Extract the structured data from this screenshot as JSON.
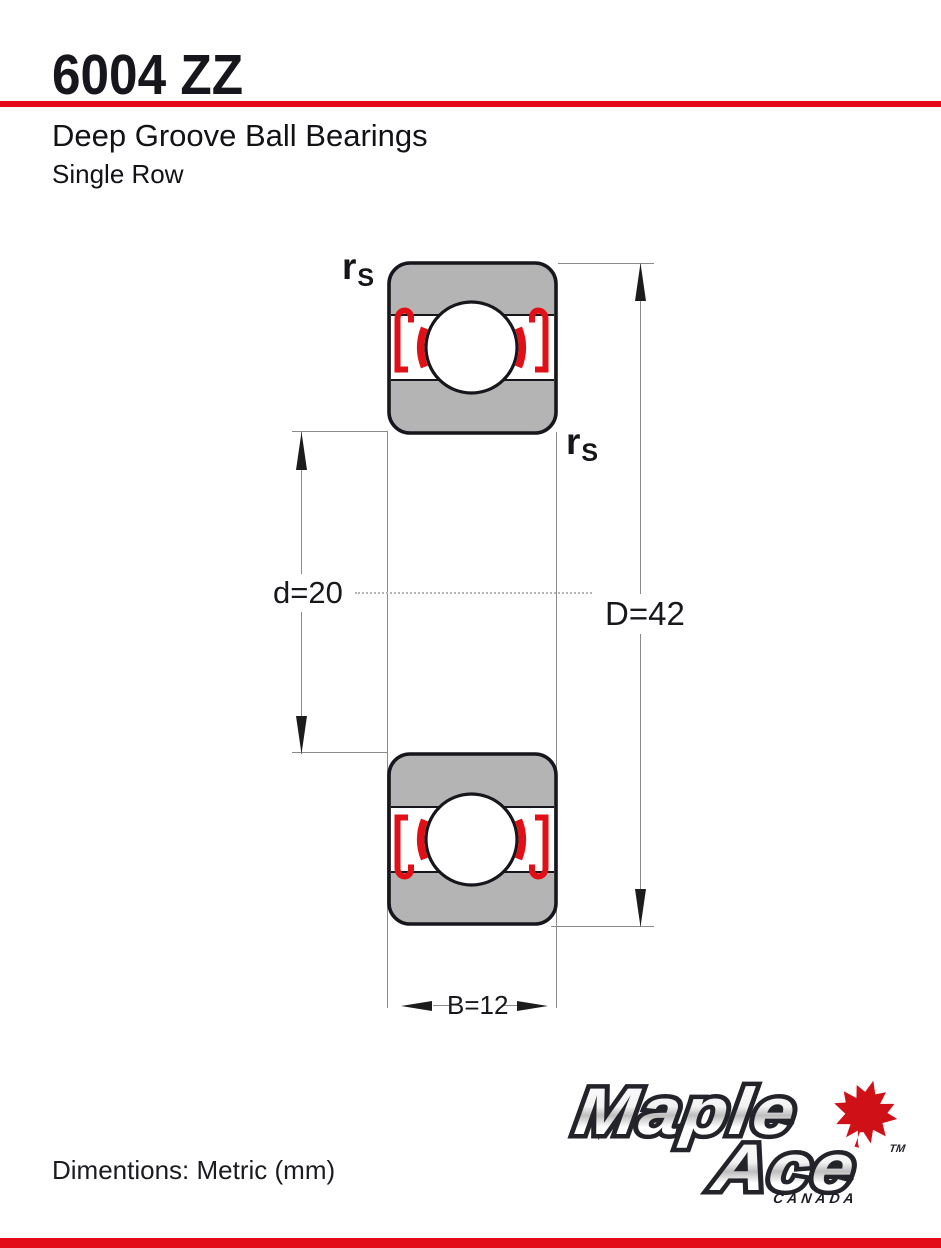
{
  "header": {
    "title": "6004 ZZ",
    "subtitle": "Deep Groove Ball Bearings",
    "subtitle2": "Single Row"
  },
  "diagram": {
    "labels": {
      "rs_top": {
        "base": "r",
        "sub": "S"
      },
      "rs_bottom": {
        "base": "r",
        "sub": "S"
      },
      "bore_diameter": "d=20",
      "outer_diameter": "D=42",
      "width": "B=12"
    }
  },
  "footer": {
    "note": "Dimentions: Metric (mm)"
  },
  "logo": {
    "word1": "Maple",
    "word2": "Ace",
    "country": "CANADA",
    "trademark": "TM"
  },
  "colors": {
    "accent_red": "#e30b17",
    "seal_red": "#e10f16",
    "steel_gray": "#b4b4b4",
    "ink": "#16161c",
    "line_gray": "#8a8a8a"
  }
}
